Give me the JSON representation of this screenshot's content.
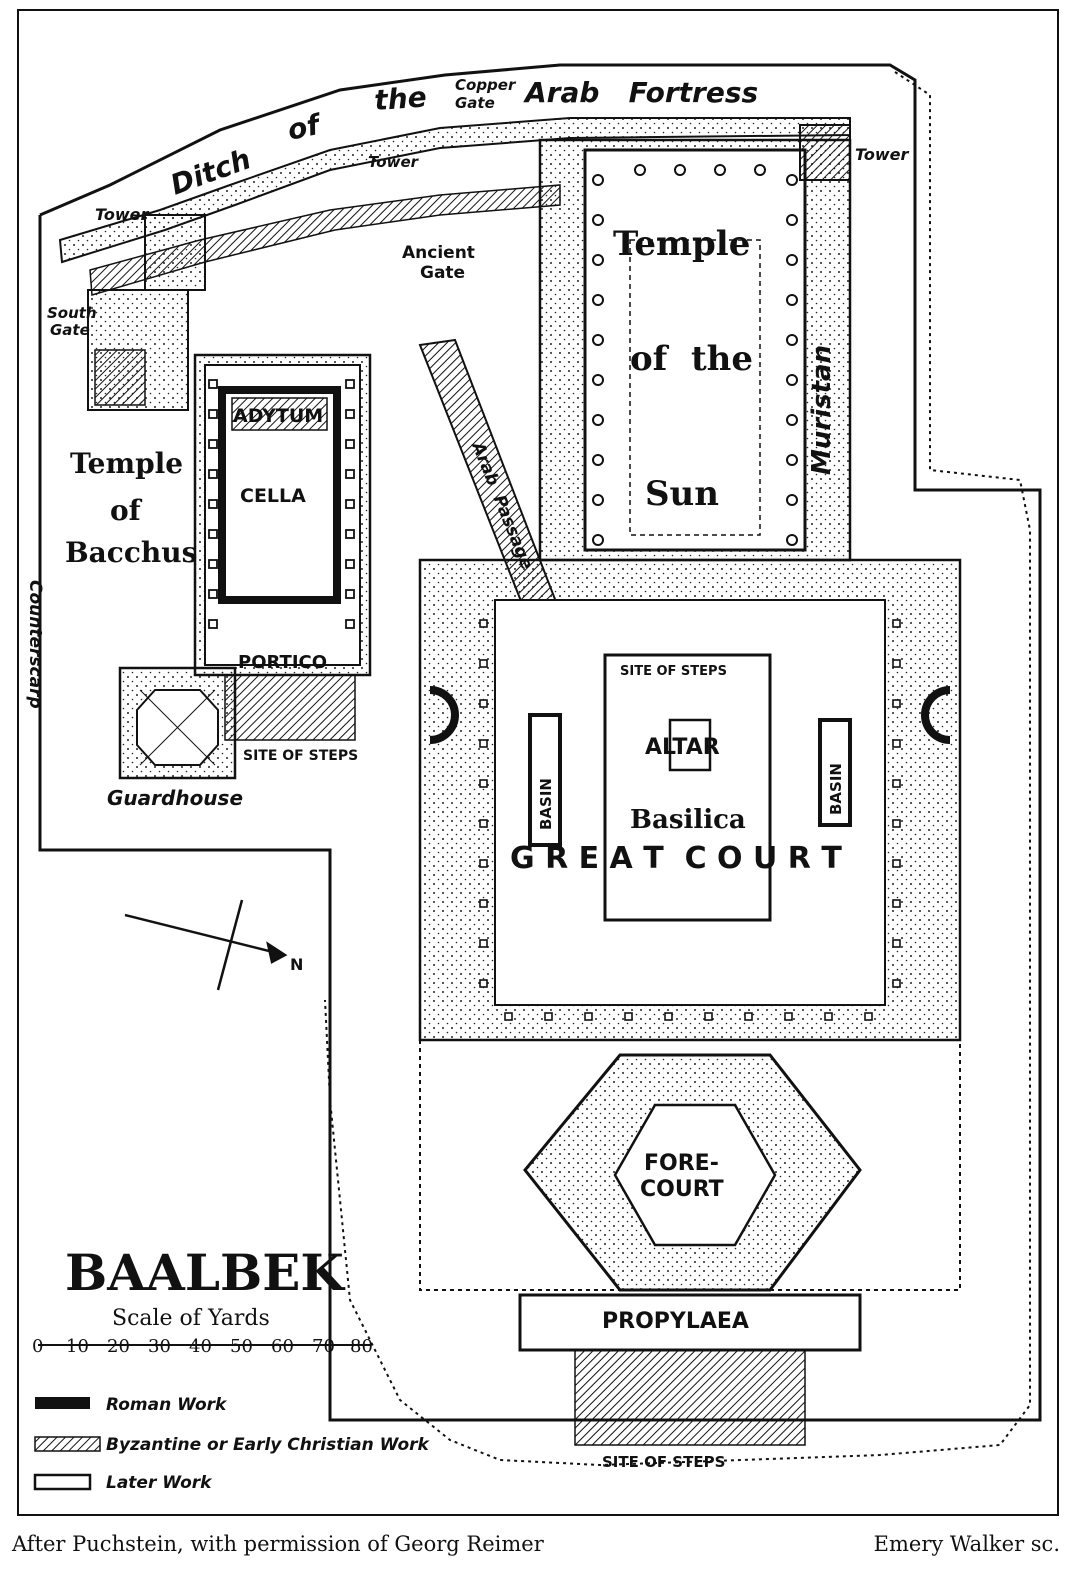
{
  "map": {
    "title": "BAALBEK",
    "scale": {
      "label": "Scale of Yards",
      "ticks": [
        "0",
        "10",
        "20",
        "30",
        "40",
        "50",
        "60",
        "70",
        "80"
      ]
    },
    "legend": [
      {
        "label": "Roman Work",
        "swatch": "solid"
      },
      {
        "label": "Byzantine or Early Christian Work",
        "swatch": "hatched"
      },
      {
        "label": "Later Work",
        "swatch": "outline"
      }
    ],
    "labels": {
      "ditch_1": "Ditch",
      "ditch_2": "of",
      "ditch_3": "the",
      "arab_fortress": "Arab   Fortress",
      "copper_gate_1": "Copper",
      "copper_gate_2": "Gate",
      "tower_ne": "Tower",
      "tower_n": "Tower",
      "tower_w": "Tower",
      "south_gate_1": "South",
      "south_gate_2": "Gate",
      "ancient_gate_1": "Ancient",
      "ancient_gate_2": "Gate",
      "temple_sun_1": "Temple",
      "temple_sun_2": "of  the",
      "temple_sun_3": "Sun",
      "muristan": "Muristan",
      "temple_bacchus_1": "Temple",
      "temple_bacchus_2": "of",
      "temple_bacchus_3": "Bacchus",
      "adytum": "ADYTUM",
      "cella": "CELLA",
      "portico": "PORTICO",
      "arab_passage": "Arab  Passage",
      "counterscarp": "Counterscarp",
      "site_of_steps_1": "SITE OF STEPS",
      "site_of_steps_2": "SITE OF STEPS",
      "site_of_steps_3": "SITE OF STEPS",
      "guardhouse": "Guardhouse",
      "altar": "ALTAR",
      "basilica": "Basilica",
      "basin_left": "BASIN",
      "basin_right": "BASIN",
      "great_court": "G R E A T  C O U R T",
      "fore_court_1": "FORE-",
      "fore_court_2": "COURT",
      "propylaea": "PROPYLAEA",
      "north": "N"
    }
  },
  "caption": {
    "left": "After Puchstein, with permission of Georg Reimer",
    "right": "Emery Walker sc."
  }
}
